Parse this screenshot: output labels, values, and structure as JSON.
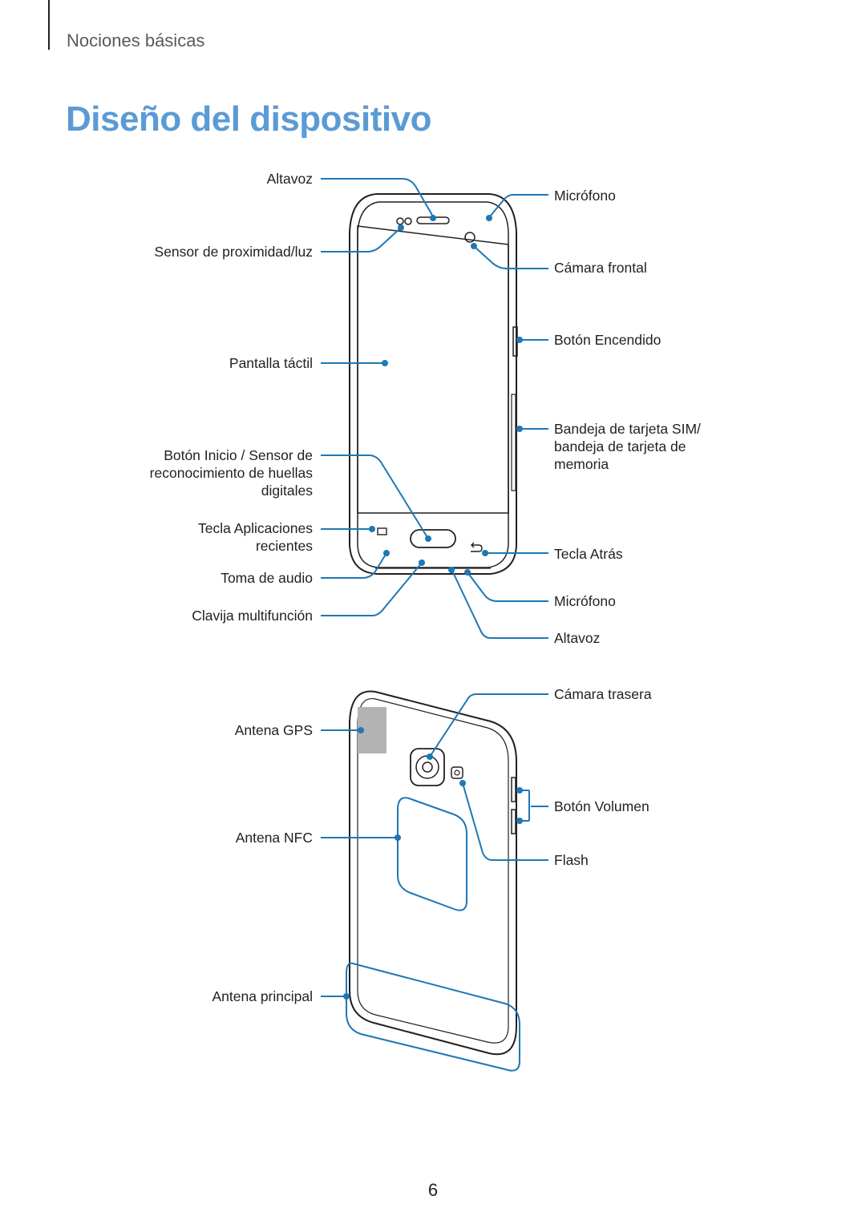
{
  "header": {
    "section": "Nociones básicas"
  },
  "title": "Diseño del dispositivo",
  "front_labels": {
    "speaker_top": "Altavoz",
    "proximity_sensor": "Sensor de proximidad/luz",
    "touchscreen": "Pantalla táctil",
    "home_button_l1": "Botón Inicio / Sensor de",
    "home_button_l2": "reconocimiento de huellas",
    "home_button_l3": "digitales",
    "recents_key_l1": "Tecla Aplicaciones",
    "recents_key_l2": "recientes",
    "audio_jack": "Toma de audio",
    "multipurpose_jack": "Clavija multifunción",
    "mic_top": "Micrófono",
    "front_camera": "Cámara frontal",
    "power_button": "Botón Encendido",
    "sim_tray_l1": "Bandeja de tarjeta SIM/",
    "sim_tray_l2": "bandeja de tarjeta de",
    "sim_tray_l3": "memoria",
    "back_key": "Tecla Atrás",
    "mic_bottom": "Micrófono",
    "speaker_bottom": "Altavoz"
  },
  "rear_labels": {
    "gps_antenna": "Antena GPS",
    "nfc_antenna": "Antena NFC",
    "main_antenna": "Antena principal",
    "rear_camera": "Cámara trasera",
    "volume_button": "Botón Volumen",
    "flash": "Flash"
  },
  "colors": {
    "title": "#5b9bd5",
    "callout": "#1f77b4",
    "outline": "#231f20"
  },
  "page_number": "6"
}
